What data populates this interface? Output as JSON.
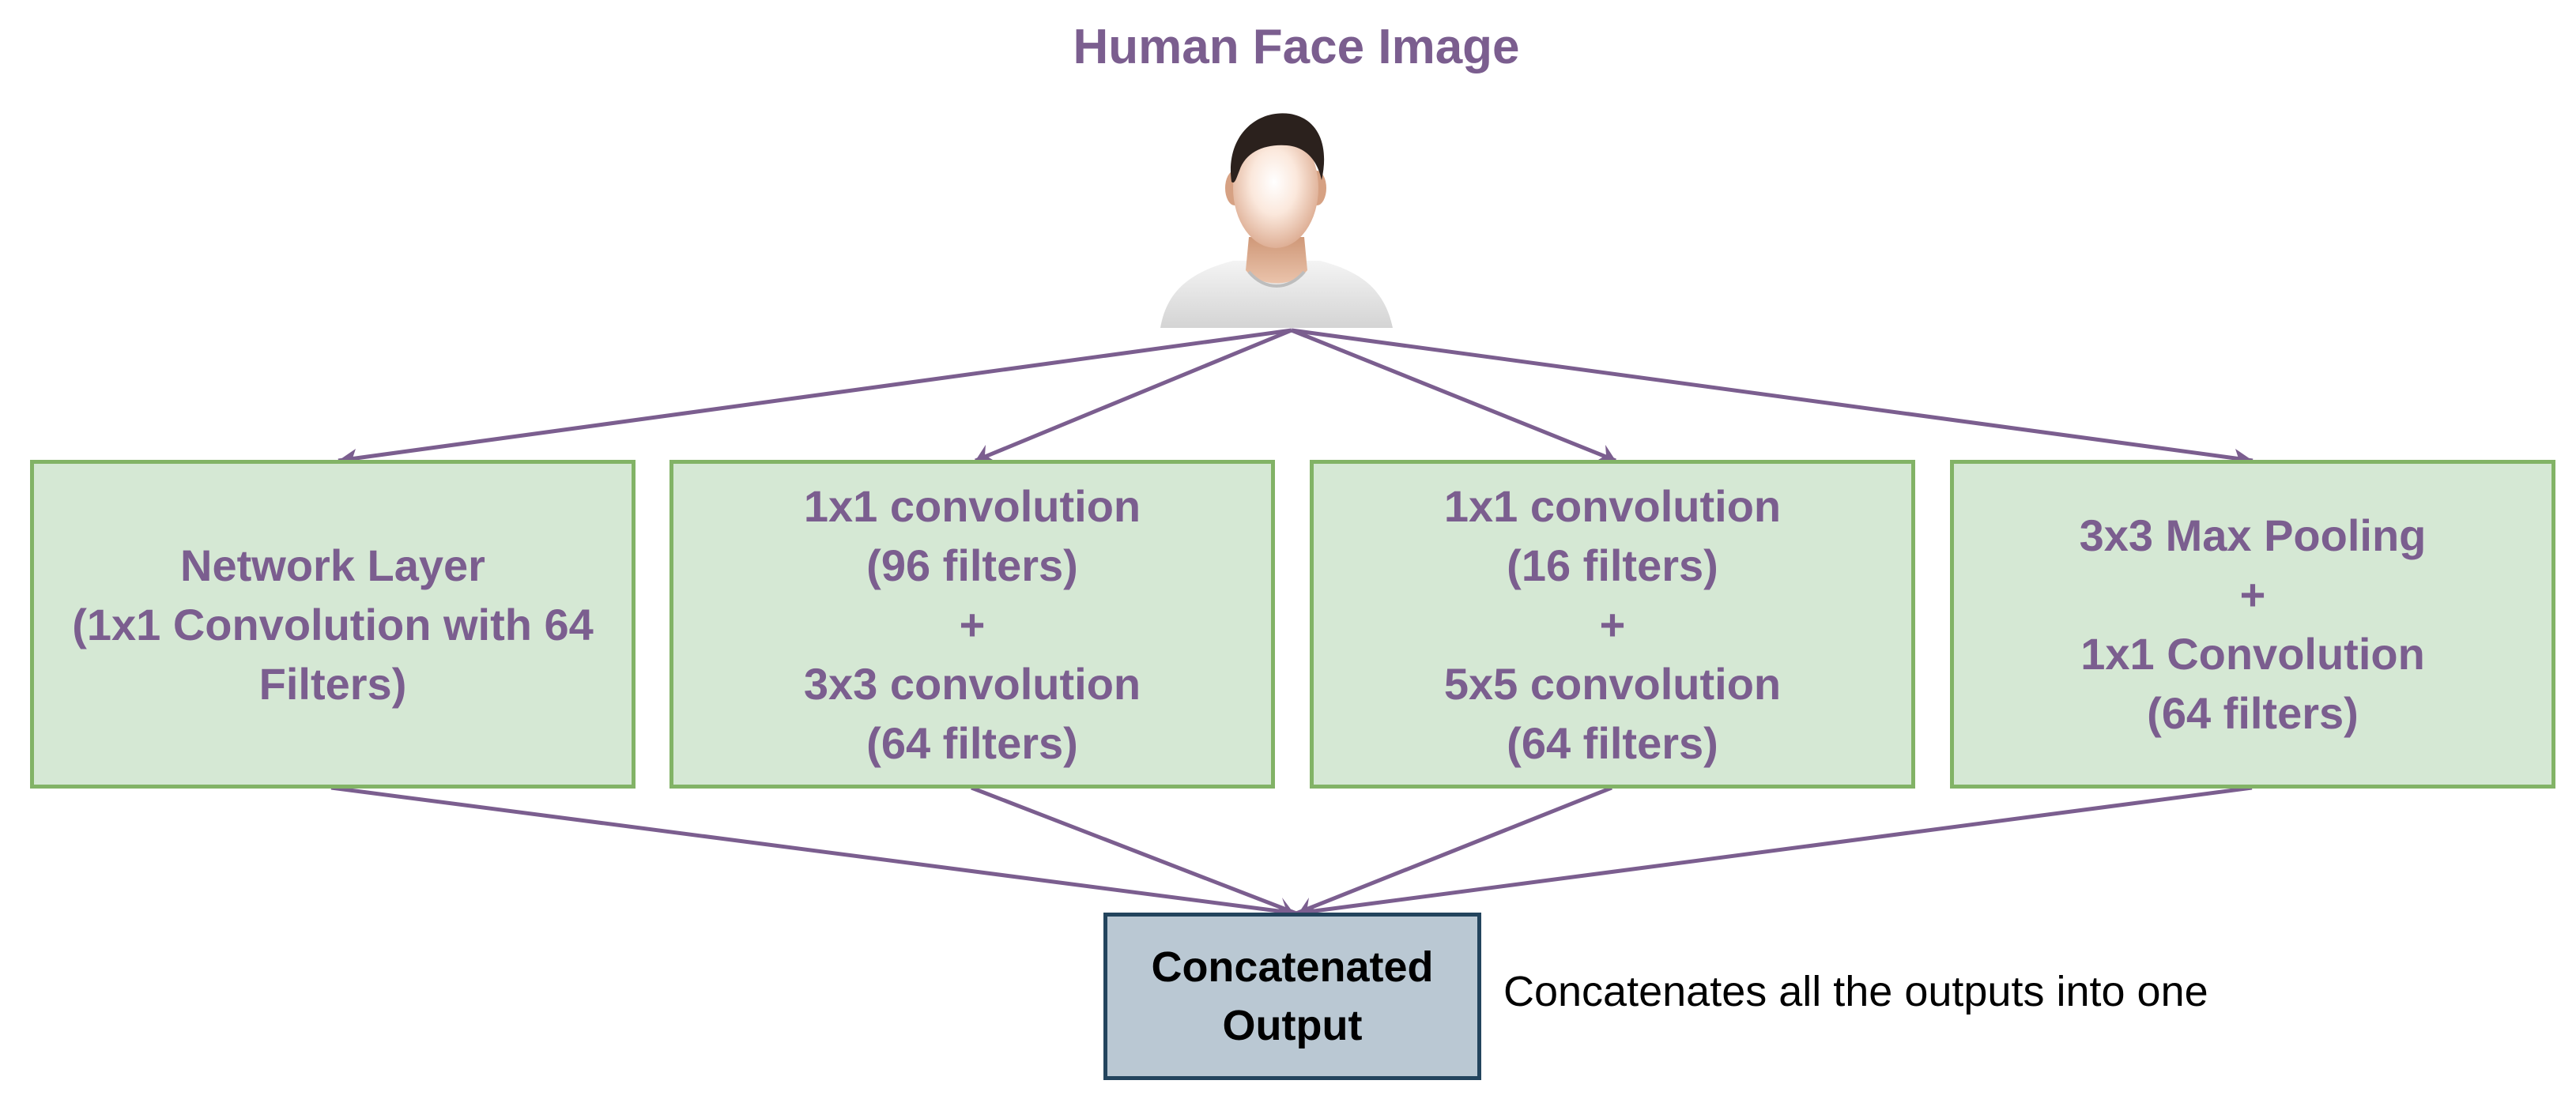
{
  "diagram": {
    "title": "Human Face Image",
    "input_icon": "person-avatar-icon",
    "branches": [
      {
        "lines": [
          "Network Layer",
          "(1x1 Convolution with 64",
          "Filters)"
        ]
      },
      {
        "lines": [
          "1x1 convolution",
          "(96 filters)",
          "+",
          "3x3 convolution",
          "(64 filters)"
        ]
      },
      {
        "lines": [
          "1x1 convolution",
          "(16 filters)",
          "+",
          "5x5 convolution",
          "(64 filters)"
        ]
      },
      {
        "lines": [
          "3x3 Max Pooling",
          "+",
          "1x1 Convolution",
          "(64 filters)"
        ]
      }
    ],
    "output": {
      "lines": [
        "Concatenated",
        "Output"
      ]
    },
    "output_note": "Concatenates all the outputs into one",
    "colors": {
      "arrow": "#7b5e8f",
      "branch_text": "#7b5e8f",
      "branch_fill": "#d5e8d4",
      "branch_border": "#82b366",
      "output_fill": "#bac8d3",
      "output_border": "#23445d"
    }
  }
}
